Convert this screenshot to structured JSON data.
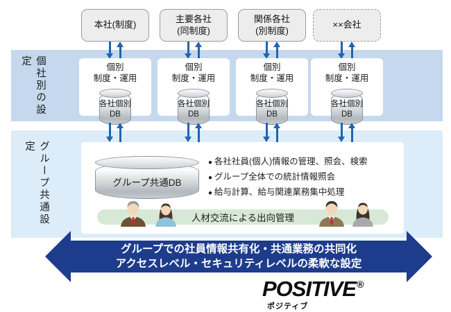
{
  "companies": {
    "box1": "本社(制度)",
    "box2": "主要各社\n(同制度)",
    "box3": "関係各社\n(別制度)",
    "box4": "××会社"
  },
  "individual_section": {
    "side_label": "個社別の設定",
    "policy_box_label": "個別\n制度・運用",
    "db_label": "各社個別\nDB"
  },
  "group_section": {
    "side_label": "グループ共通設定",
    "db_label": "グループ共通DB",
    "features": [
      "各社社員(個人)情報の管理、照会、検索",
      "グループ全体での統計情報照会",
      "給与計算、給与関連業務集中処理"
    ],
    "secondment_label": "人材交流による出向管理"
  },
  "banner": {
    "line1": "グループでの社員情報共有化・共通業務の共同化",
    "line2": "アクセスレベル・セキュリティレベルの柔軟な設定"
  },
  "logo": {
    "wordmark": "POSITIVE",
    "registered": "®",
    "kana": "ポジティブ"
  },
  "colors": {
    "band_individual": "#c5d8ee",
    "band_group": "#dcecf9",
    "banner_navy": "#1e3c8c",
    "arrow_blue": "#2264ae",
    "secondment_green": "#d7e9d6",
    "company_box_gray": "#ededed"
  }
}
